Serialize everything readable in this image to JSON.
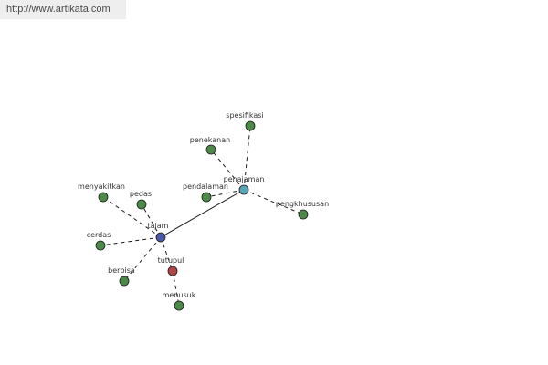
{
  "header": {
    "url": "http://www.artikata.com"
  },
  "graph": {
    "center": "tajam",
    "colors": {
      "center": "#4a5aa6",
      "hub": "#5aa5b4",
      "special": "#b24545",
      "leaf": "#4c8a48",
      "solid_edge": "#1a1a1a",
      "dashed_edge": "#1a1a1a"
    },
    "nodes": [
      {
        "id": "tajam",
        "label": "tajam",
        "kind": "center"
      },
      {
        "id": "penajaman",
        "label": "penajaman",
        "kind": "hub"
      },
      {
        "id": "tutupul",
        "label": "tutupul",
        "kind": "special"
      },
      {
        "id": "menyakitkan",
        "label": "menyakitkan",
        "kind": "leaf"
      },
      {
        "id": "pedas",
        "label": "pedas",
        "kind": "leaf"
      },
      {
        "id": "cerdas",
        "label": "cerdas",
        "kind": "leaf"
      },
      {
        "id": "berbisa",
        "label": "berbisa",
        "kind": "leaf"
      },
      {
        "id": "menusuk",
        "label": "menusuk",
        "kind": "leaf"
      },
      {
        "id": "spesifikasi",
        "label": "spesifikasi",
        "kind": "leaf"
      },
      {
        "id": "penekanan",
        "label": "penekanan",
        "kind": "leaf"
      },
      {
        "id": "pendalaman",
        "label": "pendalaman",
        "kind": "leaf"
      },
      {
        "id": "pengkhususan",
        "label": "pengkhususan",
        "kind": "leaf"
      }
    ],
    "edges": [
      {
        "from": "tajam",
        "to": "penajaman",
        "style": "solid"
      },
      {
        "from": "tajam",
        "to": "menyakitkan",
        "style": "dashed"
      },
      {
        "from": "tajam",
        "to": "pedas",
        "style": "dashed"
      },
      {
        "from": "tajam",
        "to": "cerdas",
        "style": "dashed"
      },
      {
        "from": "tajam",
        "to": "berbisa",
        "style": "dashed"
      },
      {
        "from": "tajam",
        "to": "tutupul",
        "style": "dashed"
      },
      {
        "from": "tutupul",
        "to": "menusuk",
        "style": "dashed"
      },
      {
        "from": "penajaman",
        "to": "spesifikasi",
        "style": "dashed"
      },
      {
        "from": "penajaman",
        "to": "penekanan",
        "style": "dashed"
      },
      {
        "from": "penajaman",
        "to": "pendalaman",
        "style": "dashed"
      },
      {
        "from": "penajaman",
        "to": "pengkhususan",
        "style": "dashed"
      }
    ]
  }
}
